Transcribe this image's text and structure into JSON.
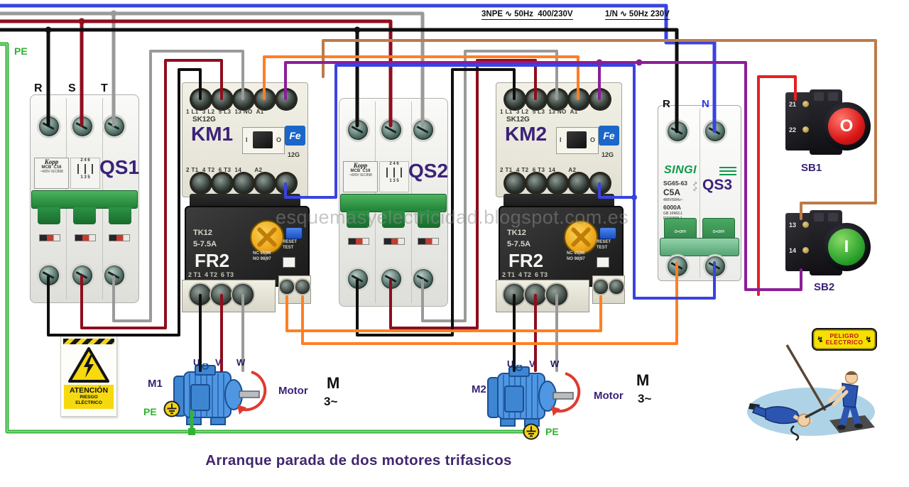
{
  "title": "Arranque parada de dos motores trifasicos",
  "watermark": "esquemasyelectricidad.blogspot.com.es",
  "header": {
    "supply_three_phase": "3NPE ∿ 50Hz  400/230V",
    "supply_single_phase": "1/N ∿ 50Hz 230V",
    "pe": "PE",
    "phase_r": "R",
    "phase_s": "S",
    "phase_t": "T"
  },
  "breakers": {
    "qs1": {
      "id": "QS1",
      "brand": "Kopp",
      "spec": "MCB  C16",
      "spec2": "~400V IEC898",
      "poles_top": "2 4 6",
      "poles_bottom": "1 3 5"
    },
    "qs2": {
      "id": "QS2",
      "brand": "Kopp",
      "spec": "MCB  C16",
      "spec2": "~400V IEC898",
      "poles_top": "2 4 6",
      "poles_bottom": "1 3 5"
    },
    "qs3": {
      "id": "QS3",
      "brand": "SINGI",
      "model": "SG65-63",
      "rating": "C5A",
      "voltage": "400V/50Hz~",
      "capacity": "6000A",
      "std1": "GB 10963.1",
      "std2": "IEC60898-1",
      "toggle": "O=OFF",
      "in_r": "R",
      "in_n": "N"
    }
  },
  "contactors": {
    "km1": {
      "id": "KM1",
      "model": "SK12G",
      "frame": "12G",
      "logo": "Fe",
      "on": "I",
      "off": "O",
      "terminals_top": "1 L1  3 L2  5 L3  13 NO  A1",
      "terminals_bottom": "2 T1  4 T2  6 T3  14       A2"
    },
    "km2": {
      "id": "KM2",
      "model": "SK12G",
      "frame": "12G",
      "logo": "Fe",
      "on": "I",
      "off": "O",
      "terminals_top": "1 L1  3 L2  5 L3  13 NO  A1",
      "terminals_bottom": "2 T1  4 T2  6 T3  14       A2"
    }
  },
  "relays": {
    "fr1": {
      "id": "FR2",
      "model": "TK12",
      "range": "5-7.5A",
      "terminals": "2 T1  4 T2  6 T3",
      "aux1": "NC 95|96",
      "aux2": "NO 98|97",
      "reset": "RESET",
      "test": "TEST"
    },
    "fr2": {
      "id": "FR2",
      "model": "TK12",
      "range": "5-7.5A",
      "terminals": "2 T1  4 T2  6 T3",
      "aux1": "NC 95|96",
      "aux2": "NO 98|97",
      "reset": "RESET",
      "test": "TEST"
    }
  },
  "buttons": {
    "sb1": {
      "id": "SB1",
      "glyph": "O",
      "t_top": "21",
      "t_bottom": "22"
    },
    "sb2": {
      "id": "SB2",
      "glyph": "I",
      "t_top": "13",
      "t_bottom": "14"
    }
  },
  "motors": {
    "m1": {
      "id": "M1",
      "t1": "U",
      "t2": "V",
      "t3": "W",
      "caption": "Motor",
      "symbol": "M",
      "phases": "3~",
      "pe": "PE"
    },
    "m2": {
      "id": "M2",
      "t1": "U",
      "t2": "V",
      "t3": "W",
      "caption": "Motor",
      "symbol": "M",
      "phases": "3~",
      "pe": "PE"
    }
  },
  "signs": {
    "atencion": {
      "title": "ATENCIÓN",
      "line1": "RIESGO",
      "line2": "ELÉCTRICO"
    },
    "peligro": {
      "line1": "PELIGRO",
      "line2": "ELECTRICO"
    }
  },
  "wire_colors": {
    "phase_r_black": "#0f0f0f",
    "phase_s_dark_red": "#8e0e1e",
    "phase_t_gray": "#9a9a9a",
    "neutral_blue": "#3a43e0",
    "pe_green": "#35b13a",
    "control_orange": "#ff7f23",
    "control_tan": "#bc7b4a",
    "control_purple": "#8b1e96",
    "stop_red": "#e62020"
  }
}
